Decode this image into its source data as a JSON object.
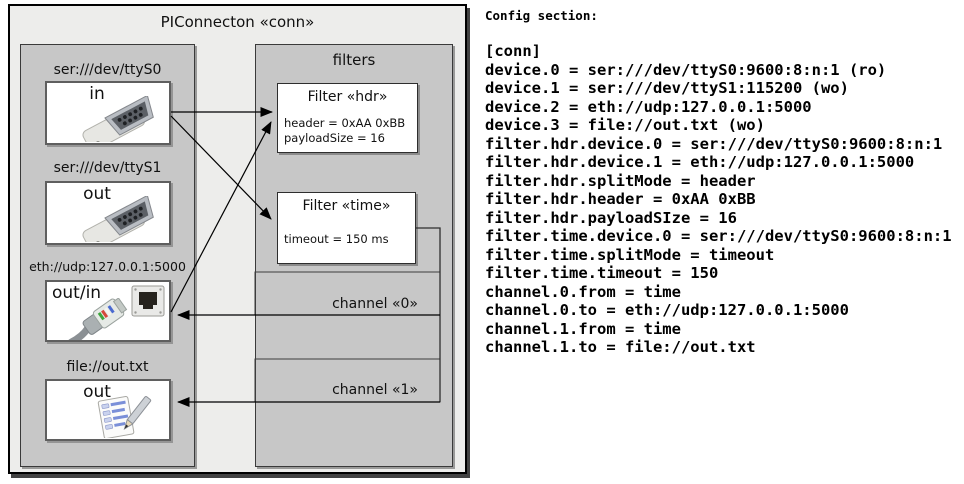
{
  "colors": {
    "diagram_bg": "#ededeb",
    "panel_bg": "#c7c7c7",
    "box_bg": "#ffffff",
    "line": "#000000"
  },
  "diagram": {
    "title": "PIConnecton «conn»",
    "devices_panel": {
      "devices": [
        {
          "label": "ser:///dev/ttyS0",
          "port": "in",
          "icon": "serial-connector-photo"
        },
        {
          "label": "ser:///dev/ttyS1",
          "port": "out",
          "icon": "serial-connector-photo"
        },
        {
          "label": "eth://udp:127.0.0.1:5000",
          "port": "out/in",
          "icon": "ethernet-connector-photo"
        },
        {
          "label": "file://out.txt",
          "port": "out",
          "icon": "notepad-pen-icon"
        }
      ]
    },
    "filters_panel": {
      "label": "filters",
      "filters": [
        {
          "title": "Filter «hdr»",
          "properties": [
            "header = 0xAA 0xBB",
            "payloadSize = 16"
          ]
        },
        {
          "title": "Filter «time»",
          "properties": [
            "timeout = 150 ms"
          ]
        }
      ]
    },
    "channels": [
      {
        "label": "channel «0»"
      },
      {
        "label": "channel «1»"
      }
    ]
  },
  "config": {
    "heading": "Config section:",
    "lines": [
      "[conn]",
      "device.0 = ser:///dev/ttyS0:9600:8:n:1 (ro)",
      "device.1 = ser:///dev/ttyS1:115200 (wo)",
      "device.2 = eth://udp:127.0.0.1:5000",
      "device.3 = file://out.txt (wo)",
      "filter.hdr.device.0 = ser:///dev/ttyS0:9600:8:n:1",
      "filter.hdr.device.1 = eth://udp:127.0.0.1:5000",
      "filter.hdr.splitMode = header",
      "filter.hdr.header = 0xAA 0xBB",
      "filter.hdr.payloadSIze = 16",
      "filter.time.device.0 = ser:///dev/ttyS0:9600:8:n:1",
      "filter.time.splitMode = timeout",
      "filter.time.timeout = 150",
      "channel.0.from = time",
      "channel.0.to = eth://udp:127.0.0.1:5000",
      "channel.1.from = time",
      "channel.1.to = file://out.txt"
    ]
  }
}
